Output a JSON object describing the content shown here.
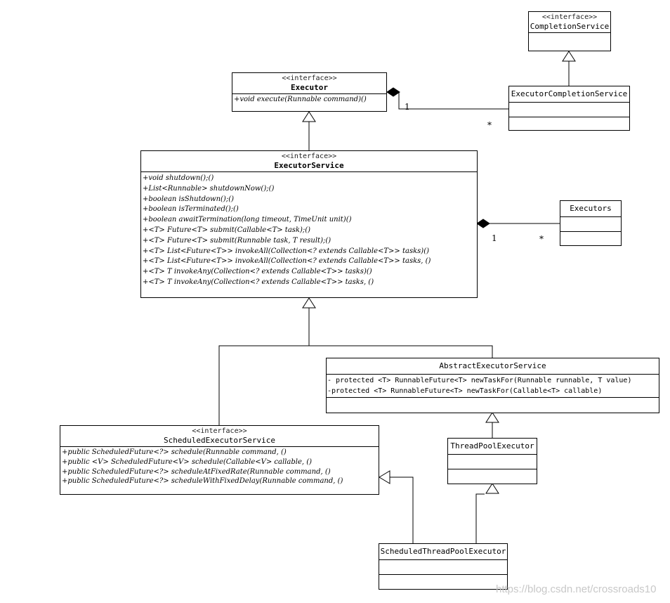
{
  "classes": {
    "completion_service": {
      "stereotype": "<<interface>>",
      "name": "CompletionService"
    },
    "executor": {
      "stereotype": "<<interface>>",
      "name": "Executor",
      "operations": [
        "+void execute(Runnable command)()"
      ]
    },
    "executor_completion_service": {
      "name": "ExecutorCompletionService"
    },
    "executor_service": {
      "stereotype": "<<interface>>",
      "name": "ExecutorService",
      "operations": [
        "+void shutdown();()",
        "+List<Runnable> shutdownNow();()",
        "+boolean isShutdown();()",
        "+boolean isTerminated();()",
        "+boolean awaitTermination(long timeout, TimeUnit unit)()",
        "+<T> Future<T> submit(Callable<T> task);()",
        "+<T> Future<T> submit(Runnable task, T result);()",
        "+<T> List<Future<T>> invokeAll(Collection<? extends Callable<T>> tasks)()",
        "+<T> List<Future<T>> invokeAll(Collection<? extends Callable<T>> tasks, ()",
        "+<T> T invokeAny(Collection<? extends Callable<T>> tasks)()",
        "+<T> T invokeAny(Collection<? extends Callable<T>> tasks, ()"
      ]
    },
    "executors": {
      "name": "Executors"
    },
    "abstract_executor_service": {
      "name": "AbstractExecutorService",
      "operations": [
        "- protected <T> RunnableFuture<T> newTaskFor(Runnable runnable, T value)",
        "-protected <T> RunnableFuture<T> newTaskFor(Callable<T> callable)"
      ]
    },
    "scheduled_executor_service": {
      "stereotype": "<<interface>>",
      "name": "ScheduledExecutorService",
      "operations": [
        "+public ScheduledFuture<?> schedule(Runnable command, ()",
        "+public <V> ScheduledFuture<V> schedule(Callable<V> callable, ()",
        "+public ScheduledFuture<?> scheduleAtFixedRate(Runnable command, ()",
        "+public ScheduledFuture<?> scheduleWithFixedDelay(Runnable command, ()"
      ]
    },
    "thread_pool_executor": {
      "name": "ThreadPoolExecutor"
    },
    "scheduled_thread_pool_executor": {
      "name": "ScheduledThreadPoolExecutor"
    }
  },
  "multiplicities": {
    "executor_ecs_one": "1",
    "executor_ecs_many": "*",
    "executors_one": "1",
    "executors_many": "*"
  },
  "watermark": "https://blog.csdn.net/crossroads10"
}
